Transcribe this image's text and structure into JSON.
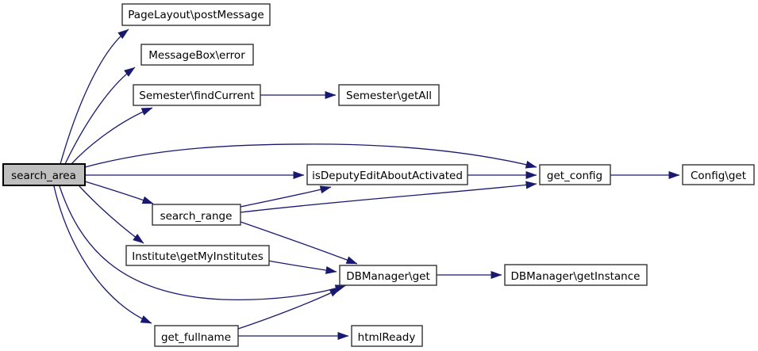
{
  "diagram": {
    "type": "call-graph",
    "colors": {
      "edge": "#191970",
      "node_border": "#333333",
      "node_fill": "#ffffff",
      "highlighted_node_fill": "#bfbfbf",
      "text": "#000000",
      "background": "#ffffff"
    },
    "nodes": [
      {
        "id": "search_area",
        "label": "search_area",
        "highlighted": true
      },
      {
        "id": "pagelayout_postmessage",
        "label": "PageLayout\\postMessage",
        "highlighted": false
      },
      {
        "id": "messagebox_error",
        "label": "MessageBox\\error",
        "highlighted": false
      },
      {
        "id": "semester_findcurrent",
        "label": "Semester\\findCurrent",
        "highlighted": false
      },
      {
        "id": "semester_getall",
        "label": "Semester\\getAll",
        "highlighted": false
      },
      {
        "id": "isdeputyeditaboutactivated",
        "label": "isDeputyEditAboutActivated",
        "highlighted": false
      },
      {
        "id": "get_config",
        "label": "get_config",
        "highlighted": false
      },
      {
        "id": "config_get",
        "label": "Config\\get",
        "highlighted": false
      },
      {
        "id": "search_range",
        "label": "search_range",
        "highlighted": false
      },
      {
        "id": "institute_getmyinstitutes",
        "label": "Institute\\getMyInstitutes",
        "highlighted": false
      },
      {
        "id": "dbmanager_get",
        "label": "DBManager\\get",
        "highlighted": false
      },
      {
        "id": "dbmanager_getinstance",
        "label": "DBManager\\getInstance",
        "highlighted": false
      },
      {
        "id": "get_fullname",
        "label": "get_fullname",
        "highlighted": false
      },
      {
        "id": "htmlready",
        "label": "htmlReady",
        "highlighted": false
      }
    ],
    "edges": [
      {
        "from": "search_area",
        "to": "pagelayout_postmessage"
      },
      {
        "from": "search_area",
        "to": "messagebox_error"
      },
      {
        "from": "search_area",
        "to": "semester_findcurrent"
      },
      {
        "from": "search_area",
        "to": "isdeputyeditaboutactivated"
      },
      {
        "from": "search_area",
        "to": "get_config"
      },
      {
        "from": "search_area",
        "to": "search_range"
      },
      {
        "from": "search_area",
        "to": "institute_getmyinstitutes"
      },
      {
        "from": "search_area",
        "to": "dbmanager_get"
      },
      {
        "from": "search_area",
        "to": "get_fullname"
      },
      {
        "from": "semester_findcurrent",
        "to": "semester_getall"
      },
      {
        "from": "isdeputyeditaboutactivated",
        "to": "get_config"
      },
      {
        "from": "get_config",
        "to": "config_get"
      },
      {
        "from": "search_range",
        "to": "isdeputyeditaboutactivated"
      },
      {
        "from": "search_range",
        "to": "get_config"
      },
      {
        "from": "search_range",
        "to": "dbmanager_get"
      },
      {
        "from": "institute_getmyinstitutes",
        "to": "dbmanager_get"
      },
      {
        "from": "get_fullname",
        "to": "dbmanager_get"
      },
      {
        "from": "get_fullname",
        "to": "htmlready"
      },
      {
        "from": "dbmanager_get",
        "to": "dbmanager_getinstance"
      }
    ]
  }
}
